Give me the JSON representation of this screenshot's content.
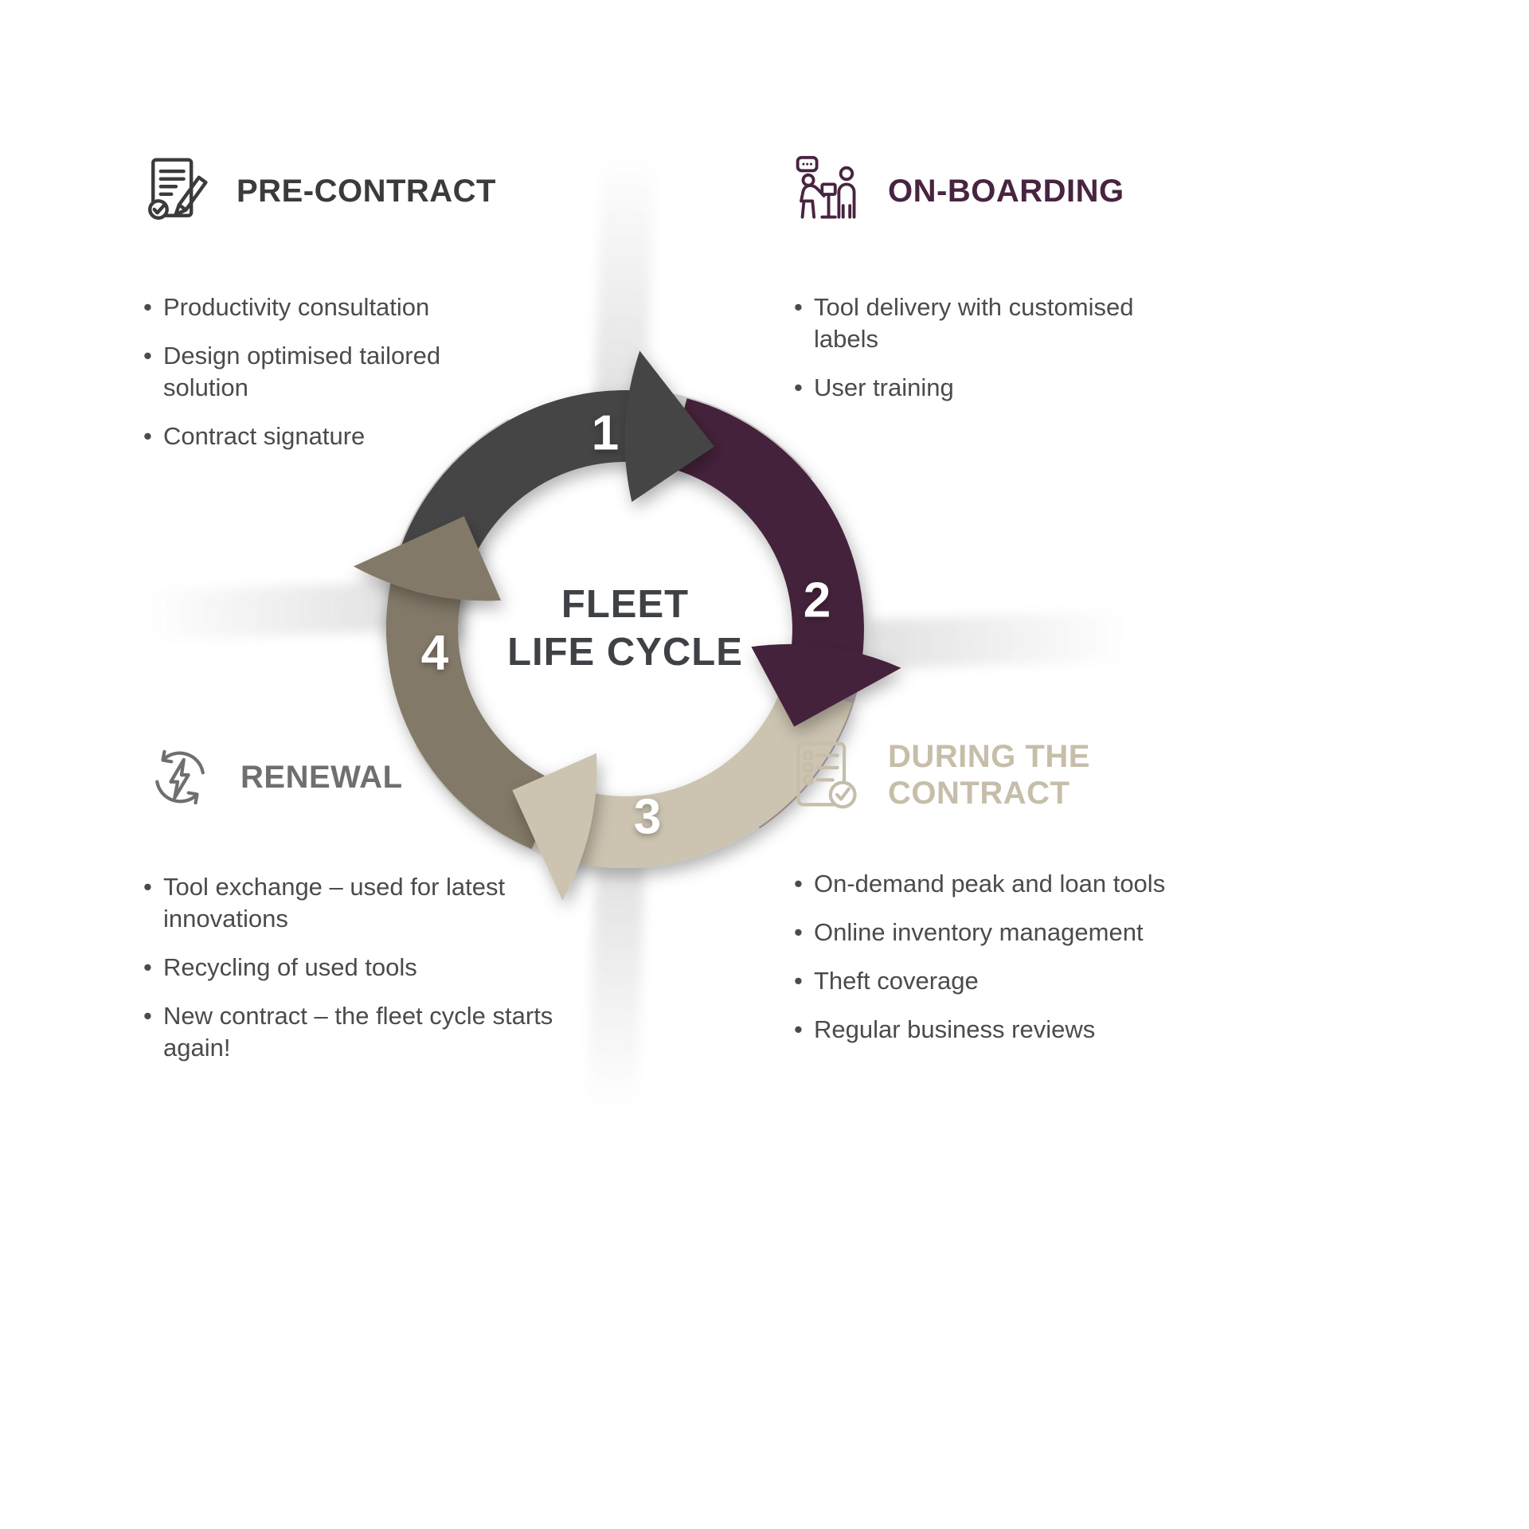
{
  "center": {
    "line1": "FLEET",
    "line2": "LIFE CYCLE"
  },
  "steps": [
    {
      "number": "1",
      "title": "PRE-CONTRACT",
      "arrow_color": "#454545",
      "halo_color": "#b3b3b3",
      "title_color": "#3b3b3b",
      "icon": "document-pen-icon",
      "items": [
        "Productivity consultation",
        "Design optimised tailored solution",
        "Contract signature"
      ]
    },
    {
      "number": "2",
      "title": "ON-BOARDING",
      "arrow_color": "#45243a",
      "halo_color": "#8f7384",
      "title_color": "#482440",
      "icon": "people-training-icon",
      "items": [
        "Tool delivery with customised labels",
        "User training"
      ]
    },
    {
      "number": "3",
      "title": "DURING THE CONTRACT",
      "arrow_color": "#ccc4b1",
      "halo_color": "#e0dccf",
      "title_color": "#c6bea9",
      "icon": "checklist-icon",
      "items": [
        "On-demand peak and loan tools",
        "Online inventory management",
        "Theft coverage",
        "Regular business reviews"
      ]
    },
    {
      "number": "4",
      "title": "RENEWAL",
      "arrow_color": "#837968",
      "halo_color": "#b7b09f",
      "title_color": "#6f6f6f",
      "icon": "renewal-bolt-icon",
      "items": [
        "Tool exchange – used for latest innovations",
        "Recycling of used tools",
        "New contract – the fleet cycle starts again!"
      ]
    }
  ],
  "text_color": "#4b4b4b"
}
